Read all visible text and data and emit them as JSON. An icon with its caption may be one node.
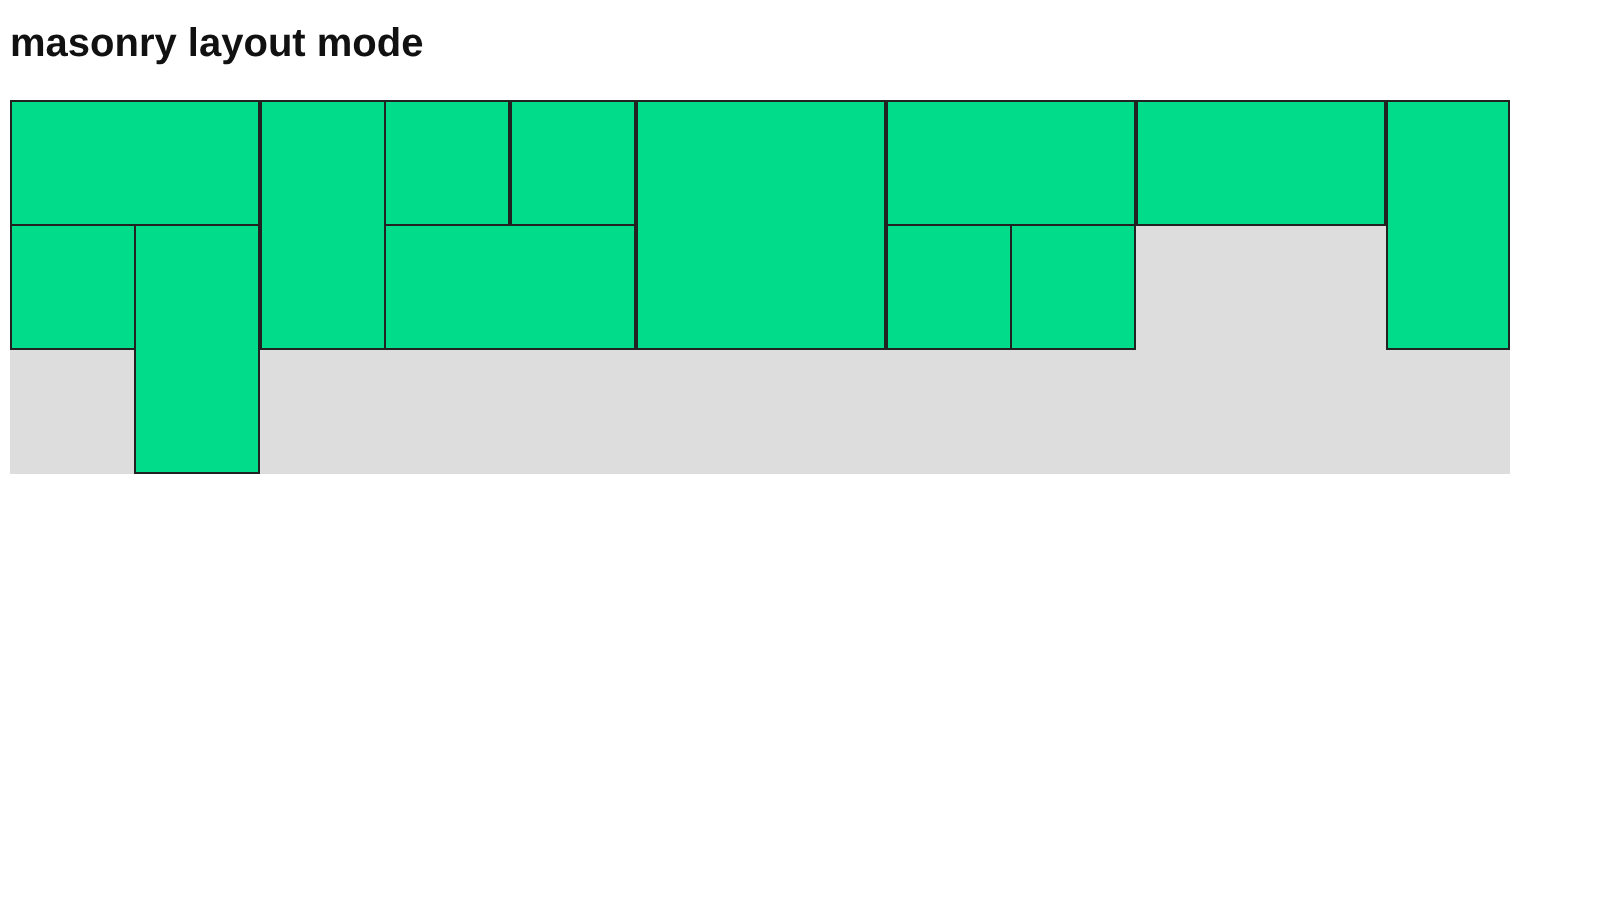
{
  "diagram": {
    "title": "masonry layout mode",
    "nodes": [
      {
        "text": [],
        "shape": "box"
      },
      {
        "text": [],
        "shape": "box",
        "in": 0
      },
      {
        "text": [],
        "shape": "box",
        "in": 0
      },
      {
        "text": [],
        "shape": "box",
        "in": 0
      },
      {
        "text": [],
        "shape": "box",
        "in": 0
      },
      {
        "text": [],
        "shape": "box",
        "in": 0
      },
      {
        "text": [],
        "shape": "box",
        "in": 0
      },
      {
        "text": [],
        "shape": "box",
        "in": 0
      },
      {
        "text": [],
        "shape": "box",
        "in": 0
      },
      {
        "text": [],
        "shape": "box",
        "in": 0
      },
      {
        "text": [],
        "shape": "box",
        "in": 0
      },
      {
        "text": [],
        "shape": "box",
        "in": 0
      },
      {
        "text": [],
        "shape": "box",
        "in": 0
      },
      {
        "text": [],
        "shape": "box",
        "in": 0
      }
    ]
  }
}
